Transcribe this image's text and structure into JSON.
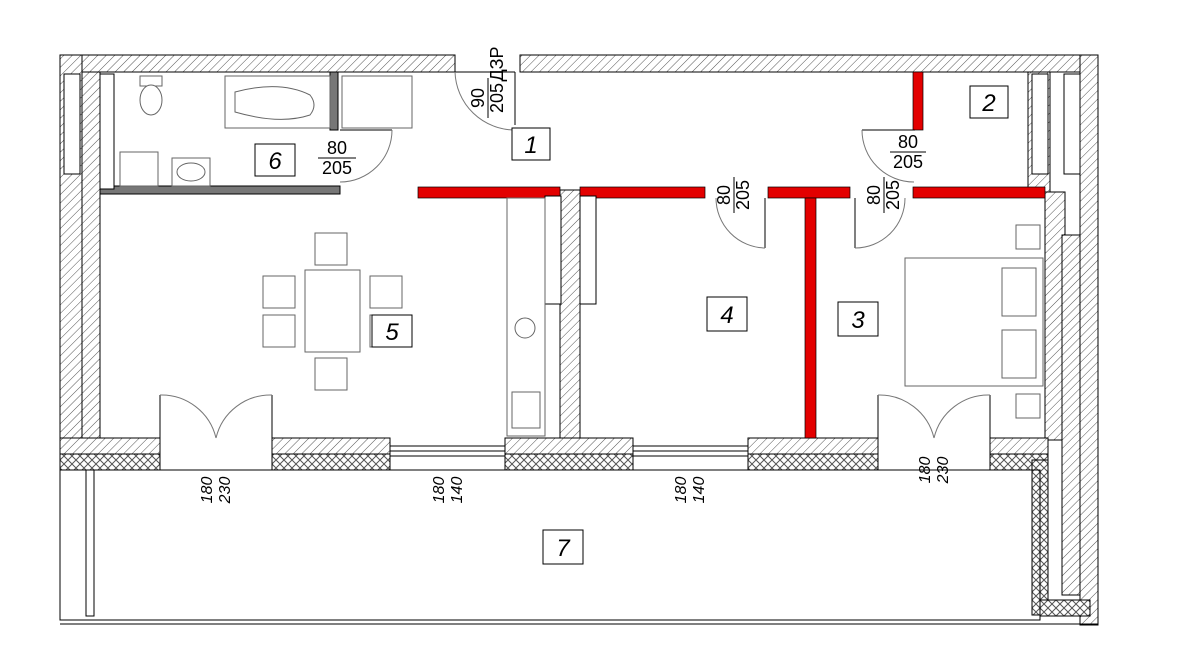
{
  "colors": {
    "wall_fill": "#ffffff",
    "wall_hatch": "#555555",
    "new_partition": "#e30000",
    "insulation": "#666666"
  },
  "rooms": [
    "1",
    "2",
    "3",
    "4",
    "5",
    "6",
    "7"
  ],
  "doors": {
    "entrance": {
      "width": "90",
      "height": "205",
      "type": "ДЗР"
    },
    "bathroom": {
      "width": "80",
      "height": "205"
    },
    "room2": {
      "width": "80",
      "height": "205"
    },
    "room4": {
      "width": "80",
      "height": "205"
    },
    "room3": {
      "width": "80",
      "height": "205"
    }
  },
  "openings": {
    "balcony_door_5": {
      "width": "180",
      "height": "230"
    },
    "window_5": {
      "width": "180",
      "height": "140"
    },
    "window_4": {
      "width": "180",
      "height": "140"
    },
    "balcony_door_3": {
      "width": "180",
      "height": "230"
    }
  }
}
